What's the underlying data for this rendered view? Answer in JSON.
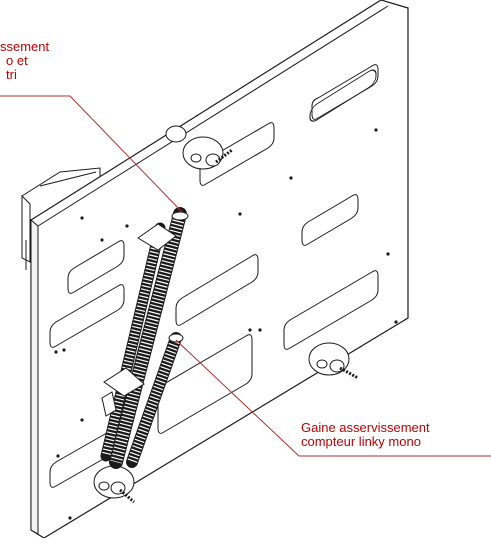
{
  "colors": {
    "line": "#1a1a1a",
    "callout_text": "#c00000",
    "leader": "#b03030",
    "background": "#ffffff"
  },
  "callouts": {
    "top": {
      "lines": [
        "ssement",
        "o et",
        "tri"
      ]
    },
    "bottom": {
      "lines": [
        "Gaine asservissement",
        "compteur  linky mono"
      ]
    }
  }
}
